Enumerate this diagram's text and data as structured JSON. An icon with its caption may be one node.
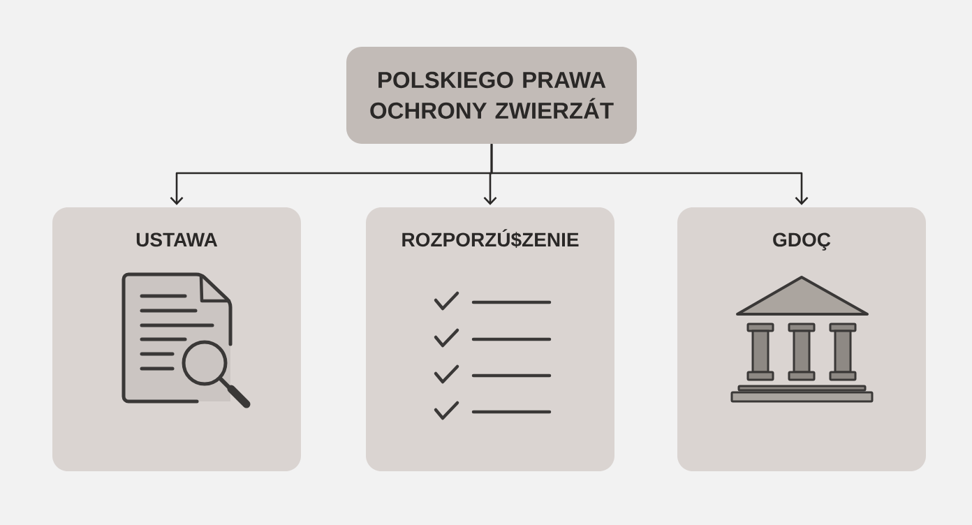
{
  "diagram": {
    "nodes": [
      {
        "text": [
          "POLSKIEGO PRAWA OCHRONY ZWIERZÁT"
        ]
      },
      {
        "text": [
          "USTAWA"
        ]
      },
      {
        "text": [
          "ROZPORZÚ$ZENIE"
        ]
      },
      {
        "text": [
          "GDOÇ"
        ]
      }
    ],
    "edges": [
      {
        "from": 0,
        "to": 1,
        "arrow": "to"
      },
      {
        "from": 0,
        "to": 2,
        "arrow": "to"
      },
      {
        "from": 0,
        "to": 3,
        "arrow": "to"
      }
    ]
  }
}
